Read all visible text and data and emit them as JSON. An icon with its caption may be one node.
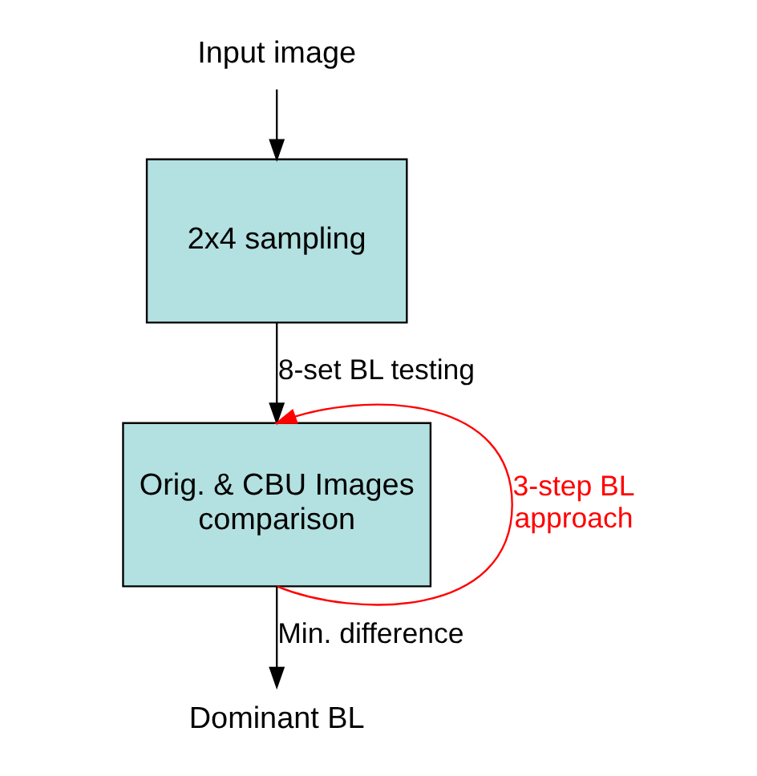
{
  "diagram": {
    "nodes": [
      {
        "text": [
          "Input image"
        ]
      },
      {
        "text": [
          "2x4 sampling"
        ]
      },
      {
        "text": [
          "Orig. & CBU Images comparison"
        ]
      },
      {
        "text": [
          "Dominant BL"
        ]
      }
    ],
    "edges": [
      {
        "from": 0,
        "to": 1,
        "arrow": "to"
      },
      {
        "from": 1,
        "to": 2,
        "arrow": "to",
        "label": "8-set BL testing"
      },
      {
        "from": 2,
        "to": 2,
        "arrow": "to",
        "label": "3-step BL approach",
        "color": "#ff0000"
      },
      {
        "from": 2,
        "to": 3,
        "arrow": "to",
        "label": "Min. difference"
      }
    ]
  }
}
